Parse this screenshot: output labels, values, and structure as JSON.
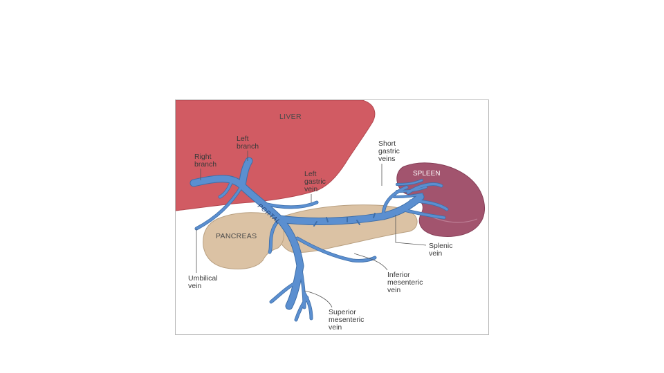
{
  "diagram": {
    "organs": {
      "liver": "LIVER",
      "spleen": "SPLEEN",
      "pancreas": "PANCREAS"
    },
    "vessel_label": "PORTAL",
    "labels": {
      "left_branch": [
        "Left",
        "branch"
      ],
      "right_branch": [
        "Right",
        "branch"
      ],
      "left_gastric_vein": [
        "Left",
        "gastric",
        "vein"
      ],
      "short_gastric_veins": [
        "Short",
        "gastric",
        "veins"
      ],
      "splenic_vein": [
        "Splenic",
        "vein"
      ],
      "inferior_mesenteric_vein": [
        "Inferior",
        "mesenteric",
        "vein"
      ],
      "superior_mesenteric_vein": [
        "Superior",
        "mesenteric",
        "vein"
      ],
      "umbilical_vein": [
        "Umbilical",
        "vein"
      ]
    },
    "colors": {
      "liver": "#d15b63",
      "spleen": "#a2546e",
      "pancreas": "#dbc2a4",
      "vein": "#5b8fd0",
      "vein_outline": "#3e6ea8"
    }
  }
}
